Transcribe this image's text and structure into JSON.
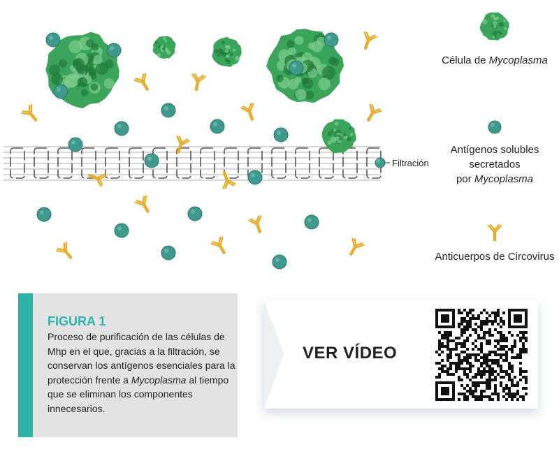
{
  "colors": {
    "cell": "#3aa55a",
    "antigen": "#3e9a8c",
    "antibody": "#e8ad2a",
    "accent": "#2fb3a8",
    "caption_bg": "#e3e3e3"
  },
  "diagram": {
    "filtration_label": "Filtración"
  },
  "legend": {
    "cell_label_prefix": "Célula de ",
    "cell_label_italic": "Mycoplasma",
    "antigen_line1": "Antígenos solubles",
    "antigen_line2": "secretados",
    "antigen_line3_prefix": "por ",
    "antigen_line3_italic": "Mycoplasma",
    "antibody_label": "Anticuerpos de Circovirus"
  },
  "caption": {
    "title": "FIGURA 1",
    "text_part1": "Proceso de purificación de las células de Mhp en el que, gracias a la filtración, se conservan los antígenos esenciales para la protección frente a ",
    "text_italic": "Mycoplasma",
    "text_part2": " al tiempo que se eliminan los componentes innecesarios."
  },
  "video": {
    "label": "VER VÍDEO",
    "qr_icon": "qr-code-icon"
  }
}
